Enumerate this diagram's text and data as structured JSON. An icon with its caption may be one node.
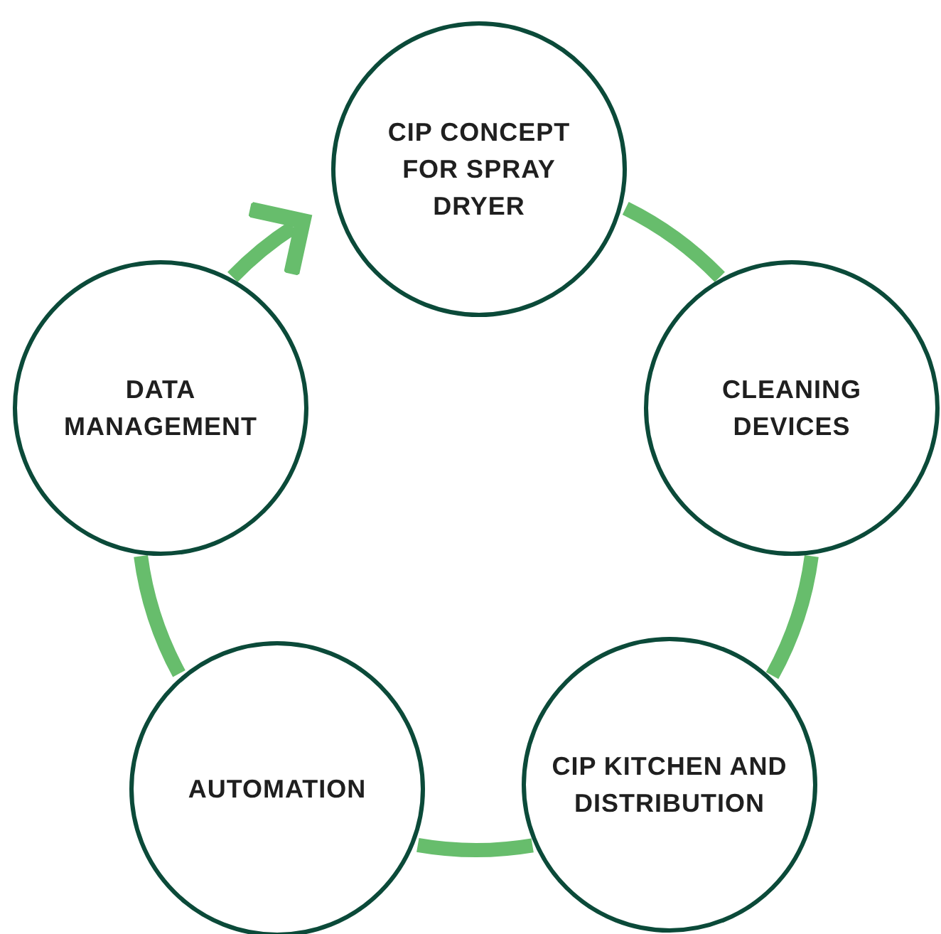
{
  "diagram": {
    "nodes": [
      {
        "text": [
          "CIP CONCEPT FOR SPRAY DRYER"
        ]
      },
      {
        "text": [
          "CLEANING DEVICES"
        ]
      },
      {
        "text": [
          "CIP KITCHEN AND DISTRIBUTION"
        ]
      },
      {
        "text": [
          "AUTOMATION"
        ]
      },
      {
        "text": [
          "DATA MANAGEMENT"
        ]
      }
    ],
    "edges": [
      {
        "from": 0,
        "to": 1,
        "arrow": "none"
      },
      {
        "from": 1,
        "to": 2,
        "arrow": "none"
      },
      {
        "from": 2,
        "to": 3,
        "arrow": "none"
      },
      {
        "from": 3,
        "to": 4,
        "arrow": "none"
      },
      {
        "from": 4,
        "to": 0,
        "arrow": "to"
      }
    ]
  }
}
